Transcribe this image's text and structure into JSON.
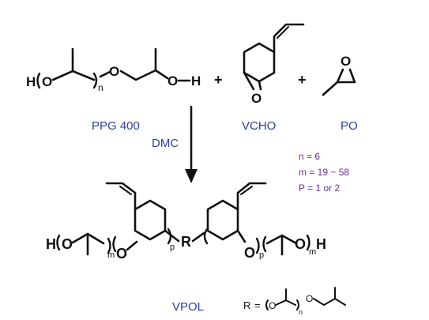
{
  "reactants": {
    "ppg": {
      "label": "PPG 400",
      "h_left": "H",
      "o1": "O",
      "o2": "O",
      "o3": "O",
      "h_right": "H",
      "sub_n": "n"
    },
    "plus1": "+",
    "vcho": {
      "label": "VCHO",
      "o": "O"
    },
    "plus2": "+",
    "po": {
      "label": "PO",
      "o": "O"
    }
  },
  "reaction": {
    "catalyst": "DMC"
  },
  "conditions": [
    "n = 6",
    "m = 19 ~ 58",
    "P = 1 or 2"
  ],
  "product": {
    "label": "VPOL",
    "h_left": "H",
    "o1": "O",
    "o2": "O",
    "r": "R",
    "o3": "O",
    "o4": "O",
    "h_right": "H",
    "sub_m_left": "m",
    "sub_p_left": "p",
    "sub_p_right": "p",
    "sub_m_right": "m"
  },
  "r_definition": {
    "r": "R",
    "eq": "=",
    "o1": "O",
    "o2": "O",
    "sub_n": "n"
  },
  "colors": {
    "label_blue": "#2a3f9c",
    "condition_purple": "#6b2f95",
    "ink": "#111111"
  }
}
